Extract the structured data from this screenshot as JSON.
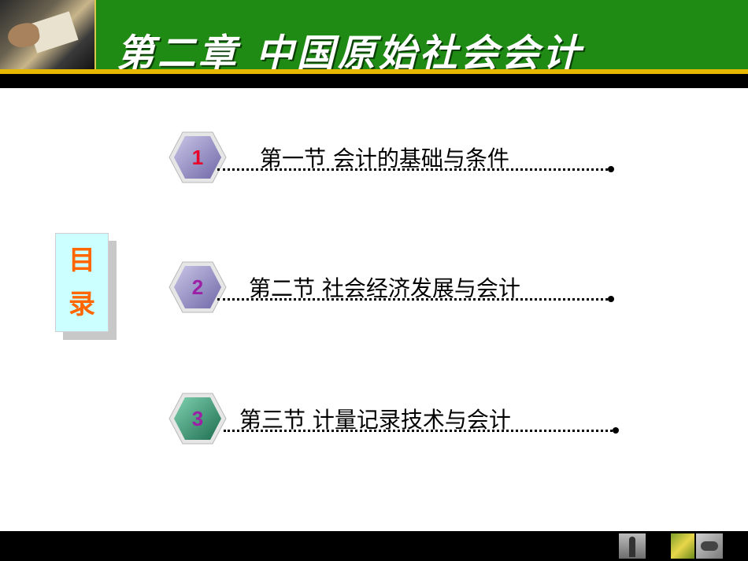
{
  "header": {
    "title": "第二章  中国原始社会会计"
  },
  "toc": {
    "char1": "目",
    "char2": "录"
  },
  "items": [
    {
      "number": "1",
      "label": "第一节  会计的基础与条件",
      "number_color": "#e8002a",
      "hex_color": "#9a94c8"
    },
    {
      "number": "2",
      "label": "第二节  社会经济发展与会计",
      "number_color": "#9c1fa6",
      "hex_color": "#9a94c8"
    },
    {
      "number": "3",
      "label": "第三节  计量记录技术与会计",
      "number_color": "#9c1fa6",
      "hex_color": "#2e8b6a"
    }
  ],
  "colors": {
    "header_green": "#1f8a14",
    "accent_gold": "#e6b800",
    "toc_text": "#ff6600",
    "toc_bg": "#ccffff"
  }
}
